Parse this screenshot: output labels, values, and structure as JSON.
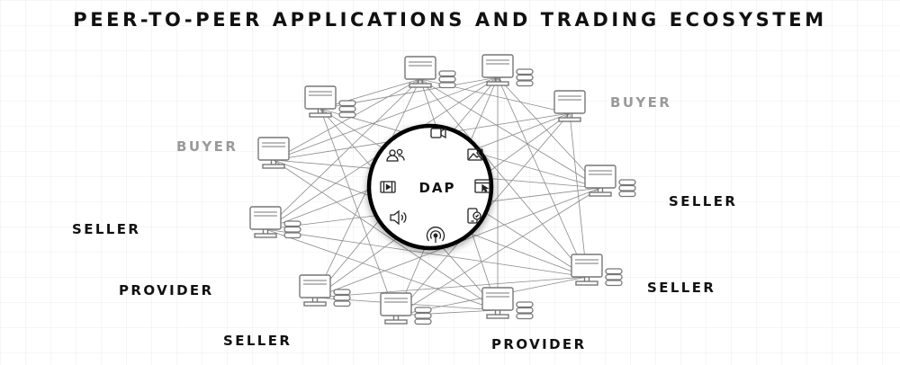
{
  "title": "PEER-TO-PEER APPLICATIONS AND TRADING ECOSYSTEM",
  "hub": {
    "label": "DAP",
    "icons": [
      "video-camera-icon",
      "image-icon",
      "browser-cursor-icon",
      "mobile-app-icon",
      "broadcast-icon",
      "speaker-icon",
      "film-strip-icon",
      "users-icon"
    ]
  },
  "roles": {
    "buyer_left": "BUYER",
    "buyer_right": "BUYER",
    "seller_left": "SELLER",
    "seller_right_top": "SELLER",
    "seller_right_bottom": "SELLER",
    "seller_bottom": "SELLER",
    "provider_left": "PROVIDER",
    "provider_bottom": "PROVIDER"
  },
  "colors": {
    "text": "#111111",
    "muted_text": "#9a9a9a",
    "lines": "#8a8a8a",
    "node_icons": "#777777",
    "hub_border": "#000000"
  },
  "nodes": [
    {
      "id": "n1",
      "icon": "computer-with-database-icon"
    },
    {
      "id": "n2",
      "icon": "computer-with-database-icon"
    },
    {
      "id": "n3",
      "icon": "computer-with-database-icon"
    },
    {
      "id": "n4",
      "icon": "computer-icon"
    },
    {
      "id": "n5",
      "icon": "computer-icon"
    },
    {
      "id": "n6",
      "icon": "computer-with-database-icon"
    },
    {
      "id": "n7",
      "icon": "computer-with-database-icon"
    },
    {
      "id": "n8",
      "icon": "computer-with-database-icon"
    },
    {
      "id": "n9",
      "icon": "computer-with-database-icon"
    },
    {
      "id": "n10",
      "icon": "computer-with-database-icon"
    },
    {
      "id": "n11",
      "icon": "computer-with-database-icon"
    },
    {
      "id": "n12",
      "icon": "computer-with-database-icon"
    }
  ]
}
